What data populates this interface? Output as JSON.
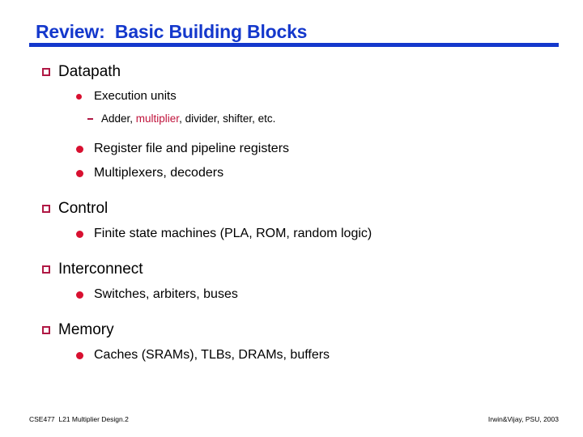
{
  "slide": {
    "title": "Review:  Basic Building Blocks",
    "title_color": "#1438CC",
    "rule_color": "#1438CC",
    "background": "#ffffff",
    "bullet_square_color": "#B01844",
    "bullet_disc_color": "#D81030",
    "dash_color": "#B01844",
    "highlight_color": "#C0143C"
  },
  "sections": [
    {
      "heading": "Datapath",
      "items": [
        {
          "label": "Execution units"
        },
        {
          "label": "Register file and pipeline registers"
        },
        {
          "label": "Multiplexers, decoders"
        }
      ],
      "subitems": [
        {
          "prefix": "Adder, ",
          "highlight": "multiplier",
          "suffix": ", divider, shifter, etc."
        }
      ]
    },
    {
      "heading": "Control",
      "items": [
        {
          "label": "Finite state machines (PLA, ROM, random logic)"
        }
      ]
    },
    {
      "heading": "Interconnect",
      "items": [
        {
          "label": "Switches, arbiters, buses"
        }
      ]
    },
    {
      "heading": "Memory",
      "items": [
        {
          "label": "Caches (SRAMs), TLBs, DRAMs, buffers"
        }
      ]
    }
  ],
  "footer": {
    "left": "CSE477  L21 Multiplier Design.2",
    "right": "Irwin&Vijay, PSU, 2003"
  }
}
